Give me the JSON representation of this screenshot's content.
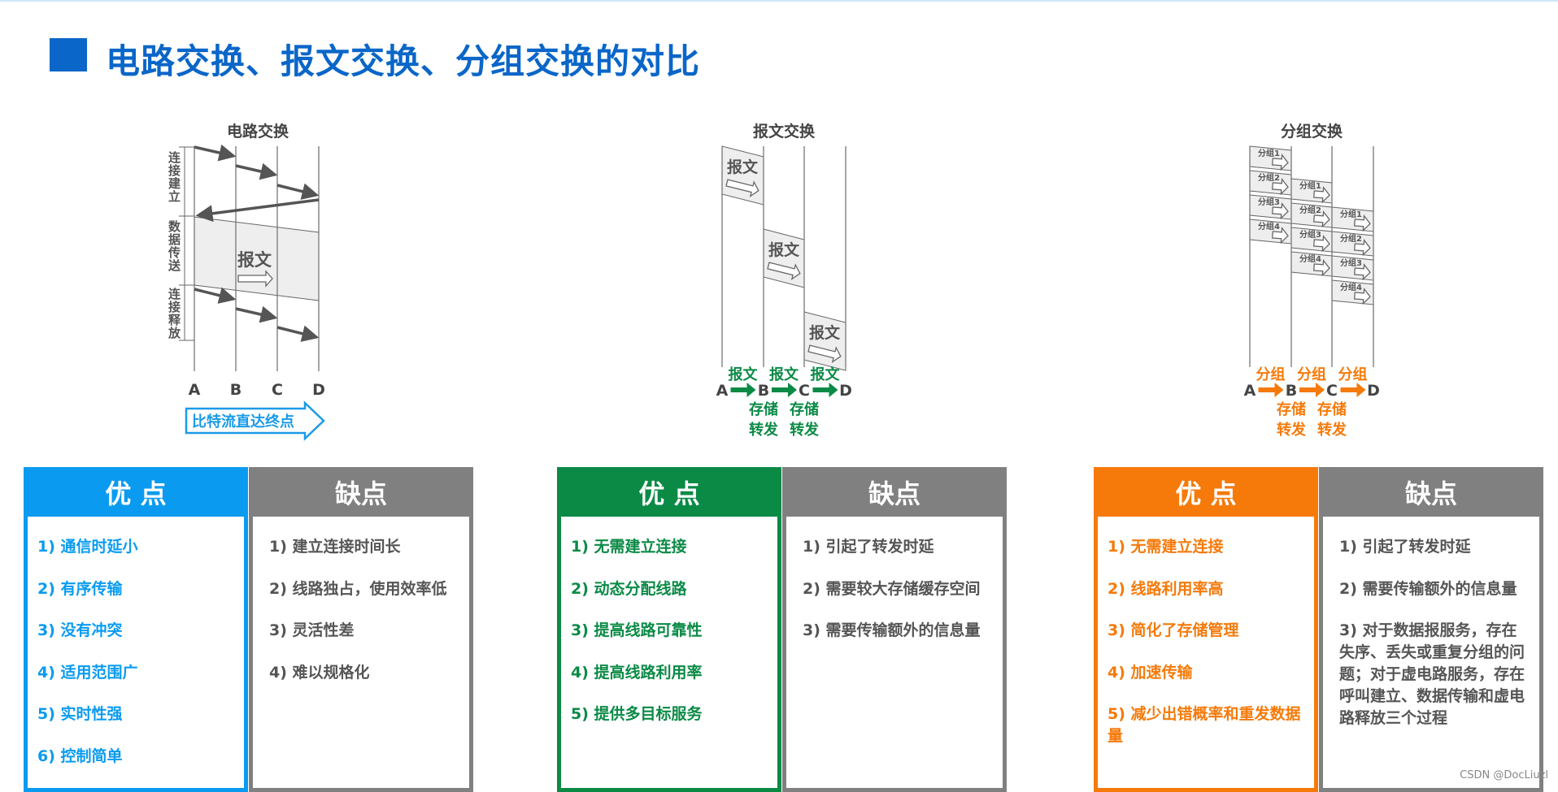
{
  "title": "电路交换、报文交换、分组交换的对比",
  "colors": {
    "title": "#0a66c8",
    "circuit": "#0a9bf0",
    "message": "#0b8a46",
    "packet": "#f57a0a",
    "con_header": "#808080"
  },
  "nodes": [
    "A",
    "B",
    "C",
    "D"
  ],
  "circuit_diagram": {
    "title": "电路交换",
    "phases": [
      "连接建立",
      "数据传送",
      "连接释放"
    ],
    "message": "报文",
    "banner": "比特流直达终点"
  },
  "message_diagram": {
    "title": "报文交换",
    "message": "报文",
    "hop_label": "报文",
    "store_forward": [
      "存储",
      "转发"
    ]
  },
  "packet_diagram": {
    "title": "分组交换",
    "packets": [
      "分组1",
      "分组2",
      "分组3",
      "分组4"
    ],
    "hop_label": "分组",
    "store_forward": [
      "存储",
      "转发"
    ]
  },
  "tables": [
    {
      "pros_header": "优 点",
      "cons_header": "缺点",
      "pros": [
        "1) 通信时延小",
        "2) 有序传输",
        "3) 没有冲突",
        "4) 适用范围广",
        "5) 实时性强",
        "6) 控制简单"
      ],
      "cons": [
        "1) 建立连接时间长",
        "2) 线路独占，使用效率低",
        "3) 灵活性差",
        "4) 难以规格化"
      ]
    },
    {
      "pros_header": "优 点",
      "cons_header": "缺点",
      "pros": [
        "1) 无需建立连接",
        "2) 动态分配线路",
        "3) 提高线路可靠性",
        "4) 提高线路利用率",
        "5) 提供多目标服务"
      ],
      "cons": [
        "1) 引起了转发时延",
        "2) 需要较大存储缓存空间",
        "3) 需要传输额外的信息量"
      ]
    },
    {
      "pros_header": "优 点",
      "cons_header": "缺点",
      "pros": [
        "1) 无需建立连接",
        "2) 线路利用率高",
        "3) 简化了存储管理",
        "4) 加速传输",
        "5) 减少出错概率和重发数据量"
      ],
      "cons": [
        "1) 引起了转发时延",
        "2) 需要传输额外的信息量",
        "3) 对于数据报服务，存在失序、丢失或重复分组的问题；对于虚电路服务，存在呼叫建立、数据传输和虚电路释放三个过程"
      ]
    }
  ],
  "watermark": "CSDN @DocLiuzl"
}
